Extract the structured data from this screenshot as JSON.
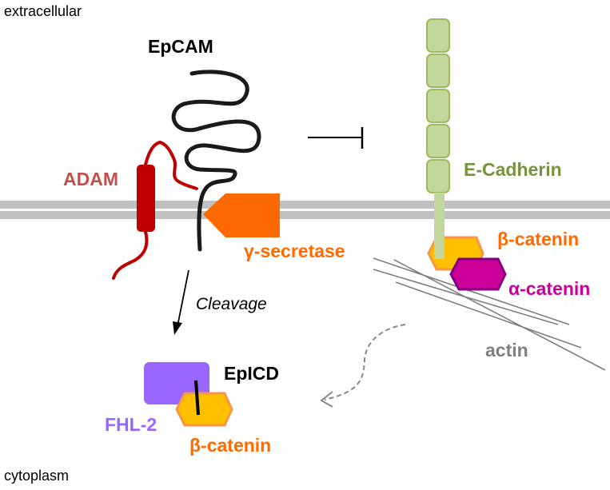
{
  "diagram": {
    "title": "EpCAM cleavage and E-Cadherin signaling",
    "regions": {
      "top": "extracellular",
      "bottom": "cytoplasm"
    },
    "labels": {
      "epcam": "EpCAM",
      "adam": "ADAM",
      "e_cadherin": "E-Cadherin",
      "gamma_secretase": "γ-secretase",
      "beta_catenin_membrane": "β-catenin",
      "alpha_catenin": "α-catenin",
      "actin": "actin",
      "cleavage": "Cleavage",
      "epicd": "EpICD",
      "fhl2": "FHL-2",
      "beta_catenin_complex": "β-catenin"
    },
    "colors": {
      "membrane": "#c0c0c0",
      "epcam": "#1a1a1a",
      "adam": "#c00000",
      "adam_label": "#c0504d",
      "gamma_secretase": "#ff6a00",
      "e_cadherin": "#c3d69b",
      "e_cadherin_border": "#9bbb59",
      "e_cadherin_label": "#77933c",
      "beta_catenin_fill": "#ffc000",
      "beta_catenin_border": "#f79646",
      "beta_catenin_label": "#ff6a00",
      "alpha_catenin_fill": "#cc0099",
      "alpha_catenin_border": "#800080",
      "alpha_catenin_label": "#cc0099",
      "actin": "#7f7f7f",
      "fhl2": "#9966ff"
    },
    "relations": [
      {
        "from": "EpCAM",
        "to": "E-Cadherin",
        "type": "inhibition"
      },
      {
        "from": "EpCAM",
        "to": "EpICD",
        "type": "cleavage",
        "label": "Cleavage"
      },
      {
        "from": "β-catenin (membrane)",
        "to": "EpICD complex",
        "type": "translocation (dashed)"
      }
    ]
  }
}
